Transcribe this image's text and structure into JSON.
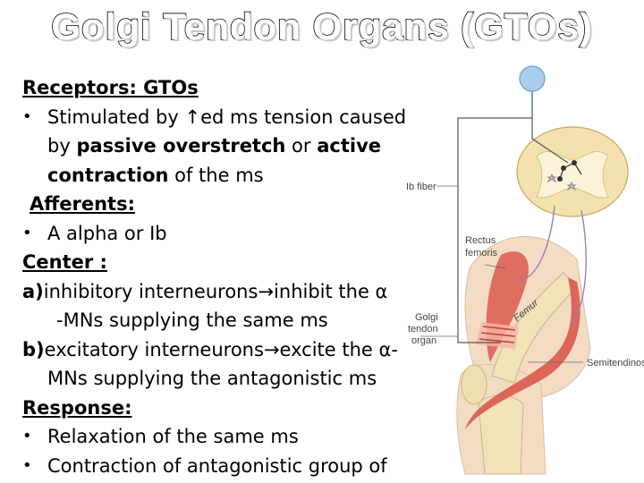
{
  "title": "Golgi Tendon Organs (GTOs)",
  "receptors": {
    "heading": "Receptors: GTOs",
    "bullet": "•",
    "line1_pre": "Stimulated by ",
    "arrow_up": "↑",
    "line1_post": "ed ms tension caused",
    "line2_pre": "by ",
    "passive": "passive overstretch",
    "line2_mid": " or ",
    "active": "active",
    "contraction": "contraction",
    "line3_post": " of the ms"
  },
  "afferents": {
    "heading": "Afferents:",
    "bullet": "•",
    "item": "A alpha or Ib"
  },
  "center": {
    "heading": "Center :",
    "a_label": "a)",
    "a_line1_pre": "inhibitory interneurons",
    "arrow": "→",
    "a_line1_post": " inhibit the α",
    "a_line2": "-MNs supplying the same ms",
    "b_label": "b)",
    "b_line1_pre": "excitatory interneurons",
    "b_line1_post": " excite the α-",
    "b_line2": "MNs supplying the antagonistic ms"
  },
  "response": {
    "heading": "Response:",
    "bullet": "•",
    "item1": "Relaxation of the same ms",
    "item2": "Contraction of antagonistic group of"
  },
  "figure": {
    "ib_fiber": "Ib fiber",
    "rectus1": "Rectus",
    "rectus2": "femoris",
    "golgi1": "Golgi",
    "golgi2": "tendon",
    "golgi3": "organ",
    "femur": "Femur",
    "semitendinosus": "Semitendinosus"
  },
  "colors": {
    "neuron_blue": "#a9cdea",
    "spinal_cord": "#f3e2ae",
    "grey_matter": "#fbf3d8",
    "muscle_red": "#d95a4e",
    "bone": "#f1e2b8",
    "nerve_purple": "#9b7fb8"
  }
}
